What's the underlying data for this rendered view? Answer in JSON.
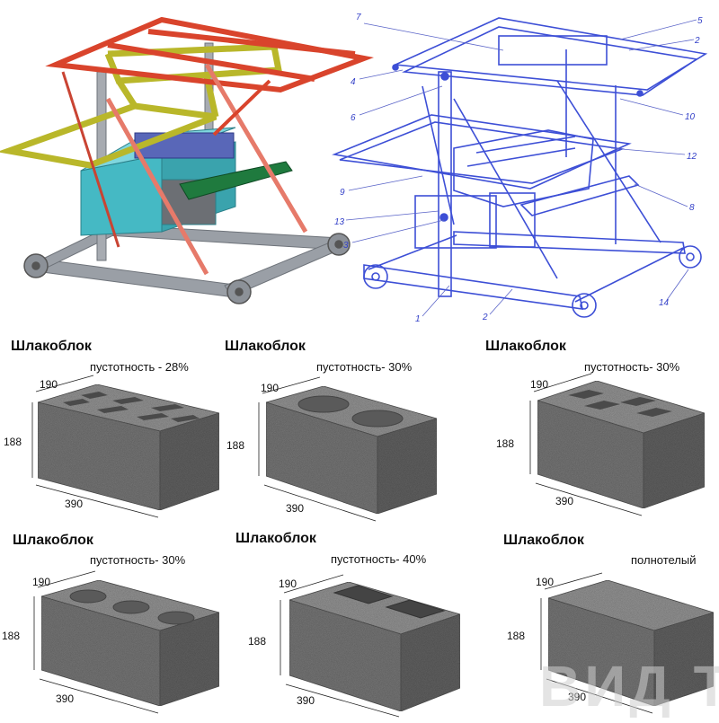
{
  "machine": {
    "callouts": [
      "7",
      "4",
      "5",
      "2",
      "6",
      "10",
      "12",
      "9",
      "13",
      "3",
      "8",
      "1",
      "2",
      "14"
    ]
  },
  "blocks": [
    {
      "title": "Шлакоблок",
      "subtitle": "пустотность - 28%",
      "width": "190",
      "height": "188",
      "length": "390"
    },
    {
      "title": "Шлакоблок",
      "subtitle": "пустотность- 30%",
      "width": "190",
      "height": "188",
      "length": "390"
    },
    {
      "title": "Шлакоблок",
      "subtitle": "пустотность- 30%",
      "width": "190",
      "height": "188",
      "length": "390"
    },
    {
      "title": "Шлакоблок",
      "subtitle": "пустотность- 30%",
      "width": "190",
      "height": "188",
      "length": "390"
    },
    {
      "title": "Шлакоблок",
      "subtitle": "пустотность- 40%",
      "width": "190",
      "height": "188",
      "length": "390"
    },
    {
      "title": "Шлакоблок",
      "subtitle": "полнотелый",
      "width": "190",
      "height": "188",
      "length": "390"
    }
  ],
  "watermark": "ВИД ТЕЛО",
  "colors": {
    "frame_red": "#d9442c",
    "frame_olive": "#b9b72a",
    "post_gray": "#9a9fa6",
    "mold_cyan": "#45b9c4",
    "tray_green": "#1f7a3e",
    "drawing_blue": "#3d4fd6",
    "block_gray": "#7c7c7c"
  }
}
